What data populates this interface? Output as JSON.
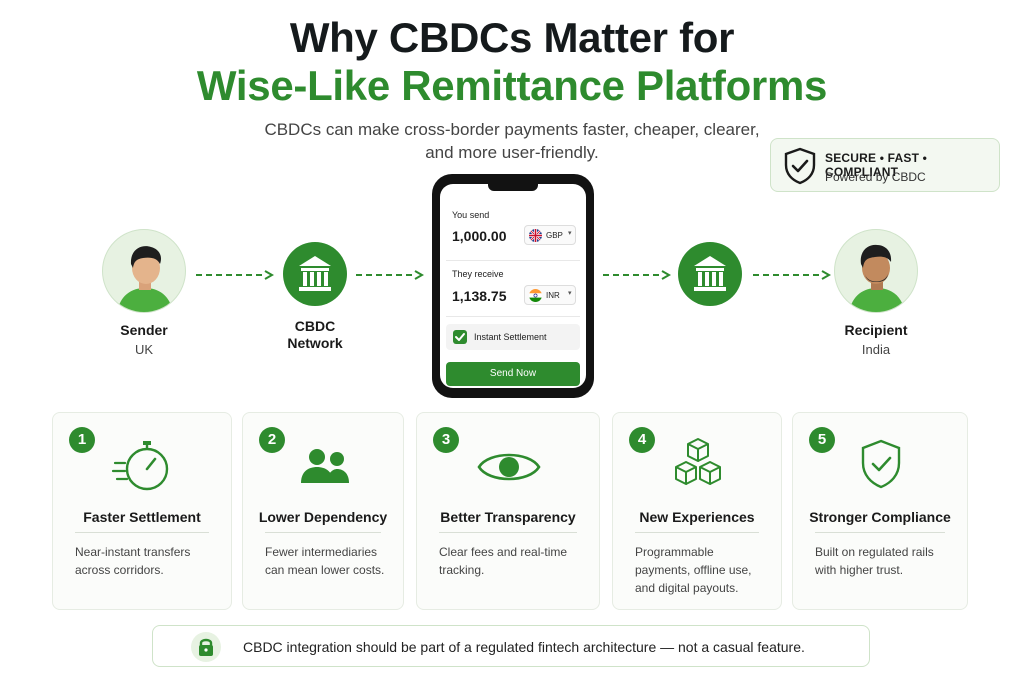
{
  "header": {
    "title_line1": "Why CBDCs Matter for",
    "title_line2": "Wise-Like Remittance Platforms",
    "subtitle": "CBDCs can make cross-border payments faster, cheaper, clearer, and more user-friendly."
  },
  "badge": {
    "line1": "SECURE • FAST • COMPLIANT",
    "line2": "Powered by CBDC",
    "icon": "shield-check-icon"
  },
  "flow": {
    "sender": {
      "label": "Sender",
      "sub": "UK",
      "icon": "person-icon"
    },
    "network_left": {
      "label_line1": "CBDC",
      "label_line2": "Network",
      "icon": "bank-icon"
    },
    "network_right": {
      "icon": "bank-icon"
    },
    "recipient": {
      "label": "Recipient",
      "sub": "India",
      "icon": "person-icon"
    }
  },
  "phone": {
    "you_send_label": "You send",
    "send_amount": "1,000.00",
    "send_currency": "GBP",
    "they_receive_label": "They receive",
    "receive_amount": "1,138.75",
    "receive_currency": "INR",
    "instant_label": "Instant Settlement",
    "button_label": "Send Now"
  },
  "cards": [
    {
      "num": "1",
      "title": "Faster Settlement",
      "desc": "Near-instant transfers across corridors.",
      "icon": "stopwatch-icon"
    },
    {
      "num": "2",
      "title": "Lower Dependency",
      "desc": "Fewer intermediaries can mean lower costs.",
      "icon": "people-icon"
    },
    {
      "num": "3",
      "title": "Better Transparency",
      "desc": "Clear fees and real-time tracking.",
      "icon": "eye-icon"
    },
    {
      "num": "4",
      "title": "New Experiences",
      "desc": "Programmable payments, offline use, and digital payouts.",
      "icon": "cubes-icon"
    },
    {
      "num": "5",
      "title": "Stronger Compliance",
      "desc": "Built on regulated rails with higher trust.",
      "icon": "shield-check-icon"
    }
  ],
  "footer": {
    "text": "CBDC integration should be part of a regulated fintech architecture — not a casual feature.",
    "icon": "lock-icon"
  },
  "colors": {
    "accent": "#2e8b2e",
    "title_dark": "#151a1c",
    "light_green": "#e7f2e2"
  }
}
